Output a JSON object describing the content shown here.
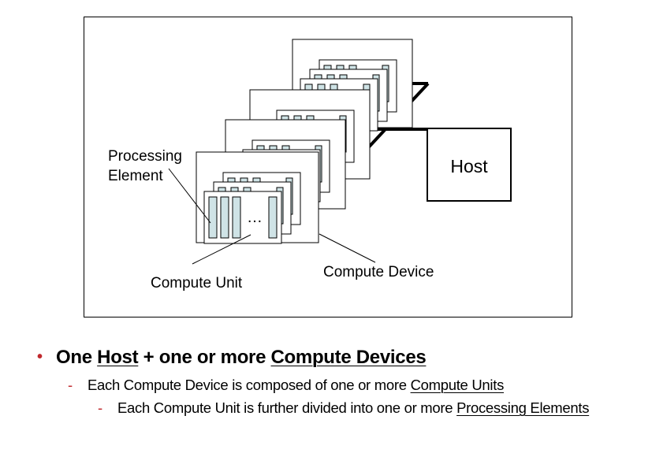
{
  "diagram": {
    "labels": {
      "processing_element_line1": "Processing",
      "processing_element_line2": "Element",
      "compute_unit": "Compute Unit",
      "compute_device": "Compute Device",
      "host": "Host",
      "ellipsis": "…"
    },
    "stroke_color": "#000000",
    "pe_fill": "#cfe3e6"
  },
  "bullets": {
    "b1": {
      "marker": "•",
      "pre": "One ",
      "u1": "Host",
      "mid": " + one or more ",
      "u2": "Compute Devices"
    },
    "b2": {
      "marker": "-",
      "pre": "Each Compute Device is composed of one or more ",
      "u1": "Compute Units"
    },
    "b3": {
      "marker": "-",
      "pre": "Each Compute Unit is further divided into one or more ",
      "u1": "Processing Elements"
    }
  }
}
